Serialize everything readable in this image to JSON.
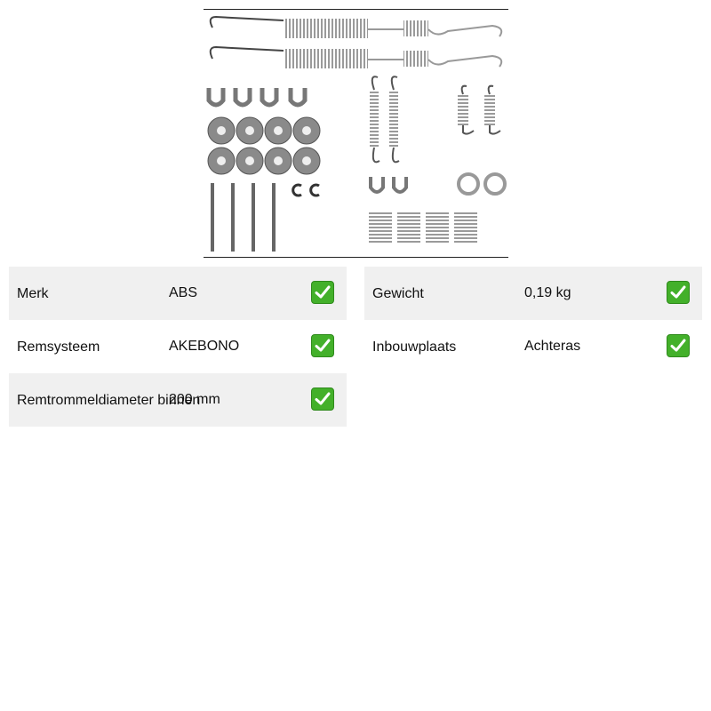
{
  "product": {
    "image_alt": "brake shoe accessory kit"
  },
  "specs_left": [
    {
      "label": "Merk",
      "value": "ABS"
    },
    {
      "label": "Remsysteem",
      "value": "AKEBONO"
    },
    {
      "label": "Remtrommeldiameter binnen",
      "value": "200 mm"
    }
  ],
  "specs_right": [
    {
      "label": "Gewicht",
      "value": "0,19 kg"
    },
    {
      "label": "Inbouwplaats",
      "value": "Achteras"
    }
  ],
  "colors": {
    "row_shade": "#f0f0f0",
    "check_green": "#43b02a",
    "part_gray": "#8a8a8a"
  },
  "icons": {
    "check": "check-mark-icon"
  }
}
